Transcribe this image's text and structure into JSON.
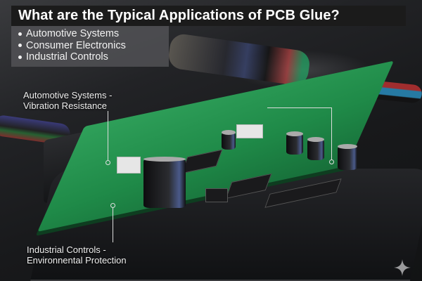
{
  "title": "What are the Typical Applications of PCB Glue?",
  "bullets": [
    "Automotive Systems",
    "Consumer Electronics",
    "Industrial Controls"
  ],
  "callouts": {
    "top_left": {
      "line1": "Automotive Systems -",
      "line2": "Vibration Resistance"
    },
    "bottom_left": {
      "line1": "Industrial Controls -",
      "line2": "Environnental Protection"
    },
    "right": {
      "label": ""
    }
  },
  "colors": {
    "title_bg": "#1b1b1b",
    "title_text": "#ffffff",
    "bullet_bg": "#555558",
    "pcb_green": "#1f8a48",
    "callout_line": "#dcdcdc"
  },
  "icons": {
    "watermark": "sparkle-icon"
  }
}
